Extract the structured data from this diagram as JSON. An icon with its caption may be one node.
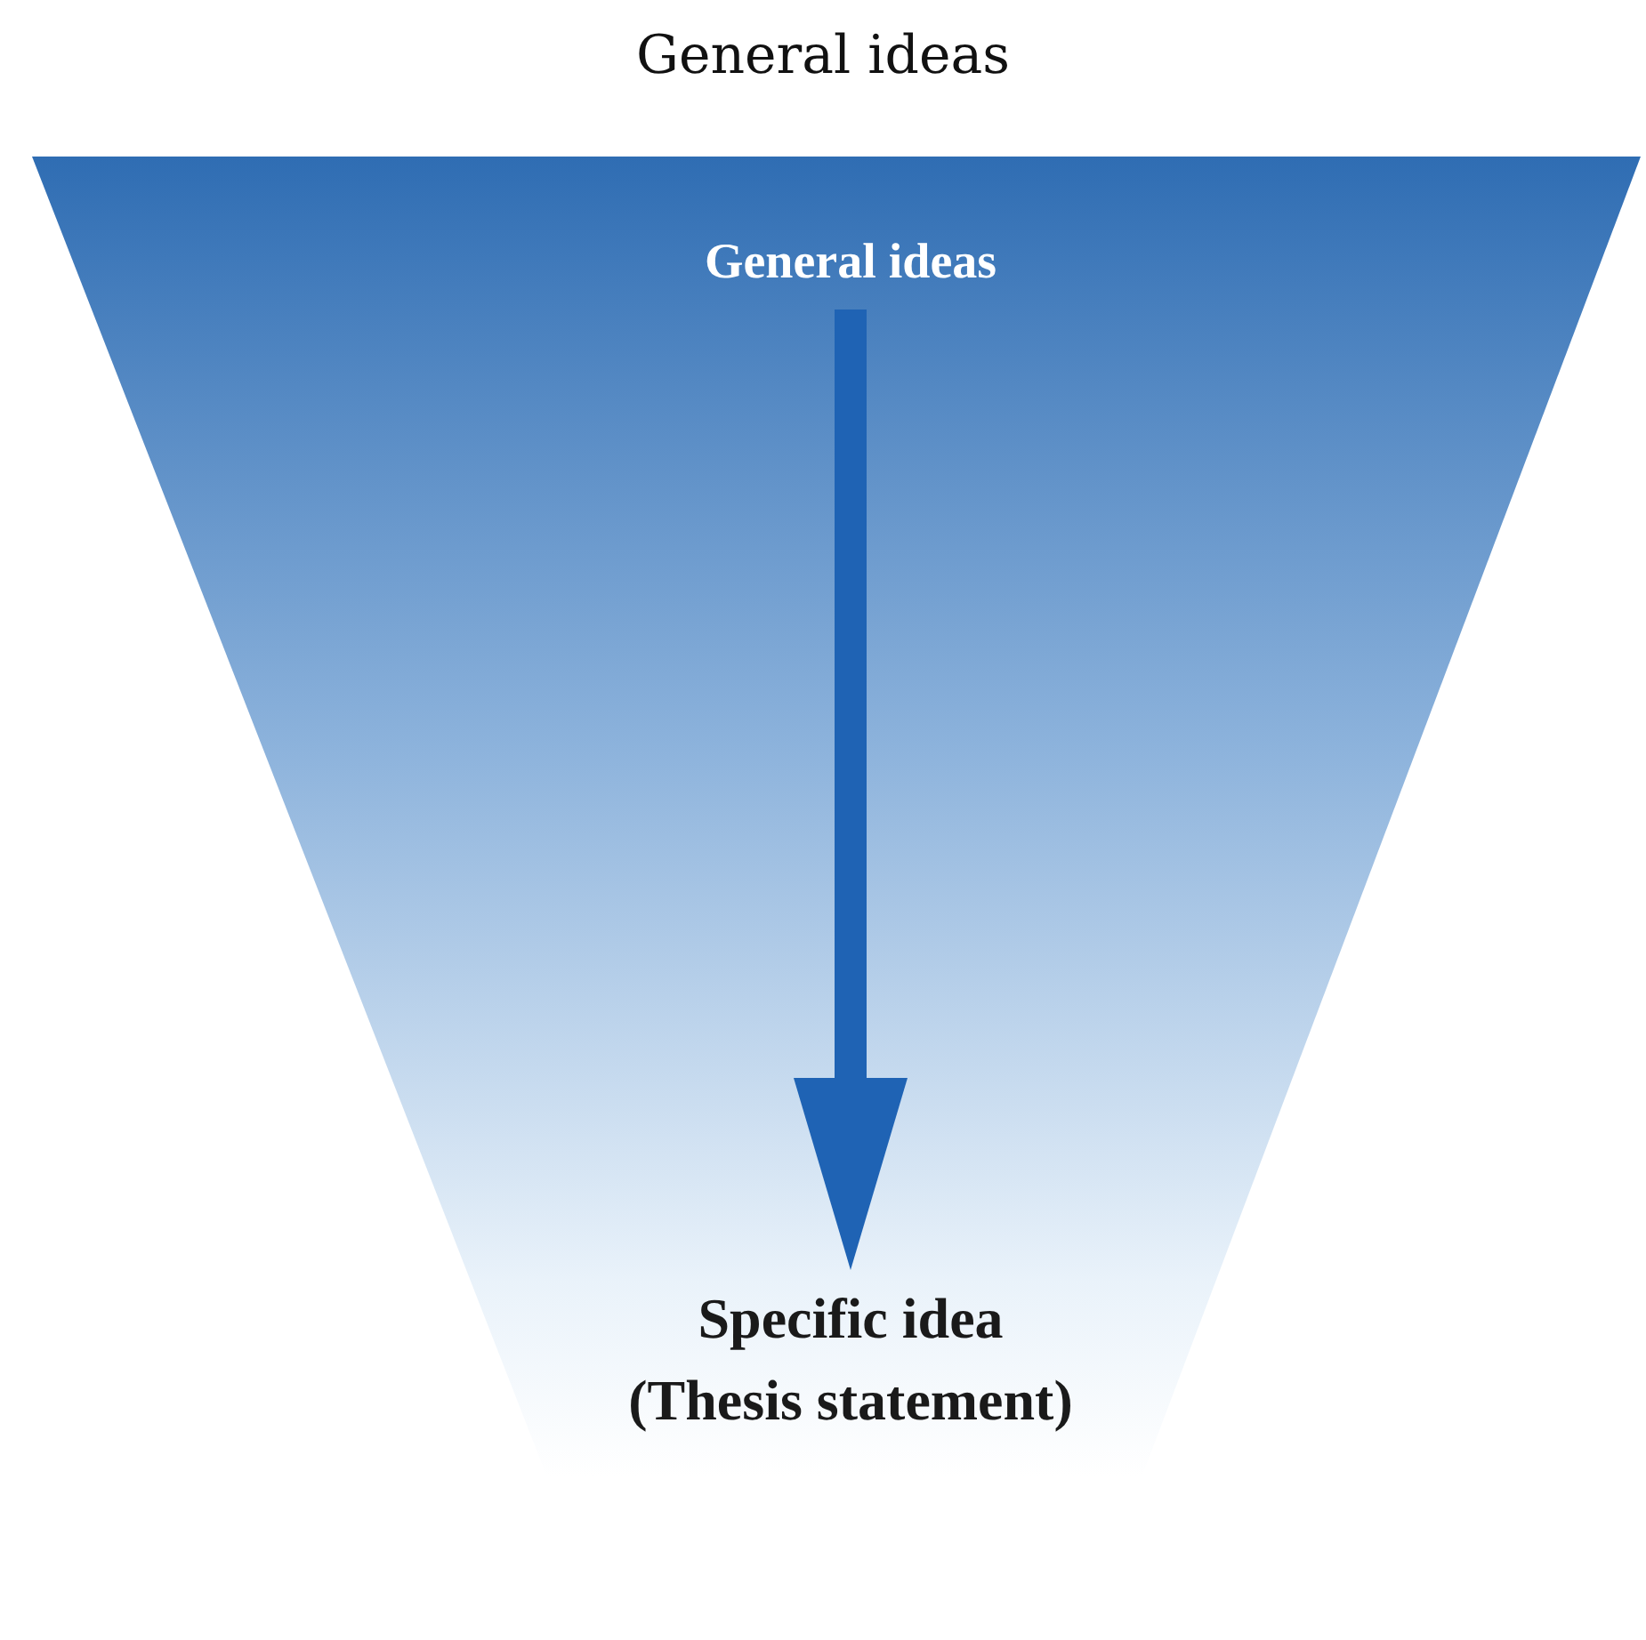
{
  "diagram": {
    "title": "General ideas",
    "nodes": [
      {
        "text": [],
        "shape": "funnel"
      },
      {
        "text": [
          "General ideas"
        ],
        "in": 0
      },
      {
        "text": [
          "Specific idea (Thesis statement)"
        ],
        "in": 0
      }
    ],
    "edges": [
      {
        "from": 1,
        "to": 2,
        "arrow": "to"
      }
    ]
  }
}
